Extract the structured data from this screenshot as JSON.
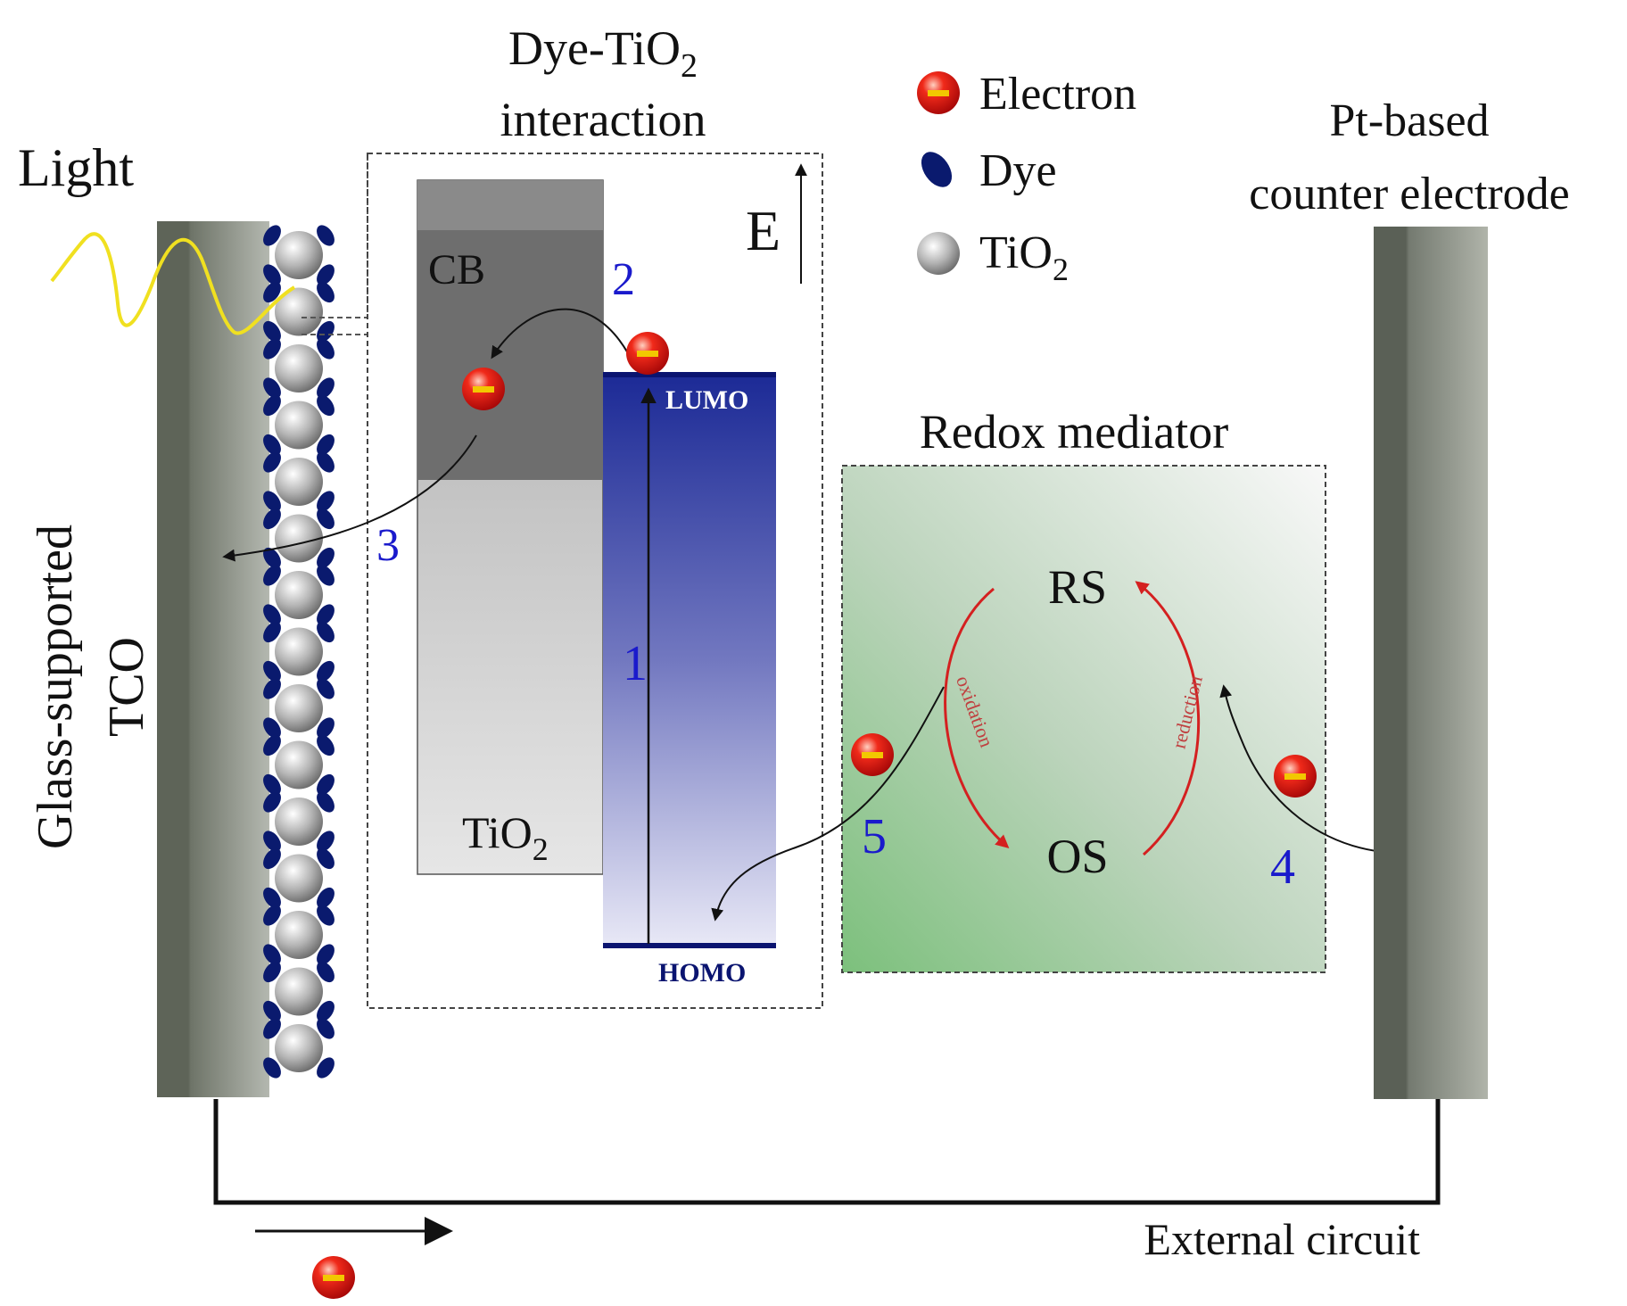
{
  "labels": {
    "light": "Light",
    "dye_tio2_line1": "Dye-TiO",
    "dye_tio2_sub": "2",
    "dye_tio2_line2": "interaction",
    "tco_line1": "Glass-supported",
    "tco_line2": "TCO",
    "cb": "CB",
    "tio2_main": "TiO",
    "tio2_sub": "2",
    "lumo": "LUMO",
    "homo": "HOMO",
    "energy": "E",
    "counter_line1": "Pt-based",
    "counter_line2": "counter electrode",
    "redox_title": "Redox mediator",
    "rs": "RS",
    "os": "OS",
    "oxidation": "oxidation",
    "reduction": "reduction",
    "external_circuit": "External circuit"
  },
  "steps": [
    "1",
    "2",
    "3",
    "4",
    "5"
  ],
  "legend": [
    {
      "label": "Electron",
      "icon": "electron-icon"
    },
    {
      "label": "Dye",
      "icon": "dye-icon"
    },
    {
      "label": "TiO",
      "sub": "2",
      "icon": "tio2-icon"
    }
  ],
  "colors": {
    "step_number": "#1a1acc",
    "redox_arrow": "#d42020",
    "electron": "#e01818",
    "dye": "#0a1a6e",
    "lumo_homo": "#0a1470",
    "light_wave": "#f0e020"
  }
}
